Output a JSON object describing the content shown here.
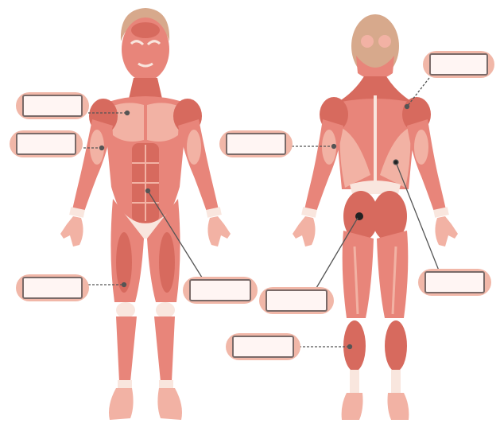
{
  "diagram": {
    "views": [
      "front-view",
      "back-view"
    ],
    "colors": {
      "muscle": "#e8857a",
      "muscle_dark": "#d76a5e",
      "muscle_light": "#f2b2a4",
      "tendon": "#f9e6de",
      "hair": "#d7a98c",
      "label_pill": "#f1b7a8",
      "label_box": "#fff5f3",
      "leader_line": "#555555"
    },
    "labels": [
      {
        "id": "front-chest",
        "text": ""
      },
      {
        "id": "front-biceps",
        "text": ""
      },
      {
        "id": "front-abdomen",
        "text": ""
      },
      {
        "id": "front-thigh",
        "text": ""
      },
      {
        "id": "back-shoulder",
        "text": ""
      },
      {
        "id": "back-triceps",
        "text": ""
      },
      {
        "id": "back-latissimus",
        "text": ""
      },
      {
        "id": "back-gluteus",
        "text": ""
      },
      {
        "id": "back-calf",
        "text": ""
      }
    ]
  }
}
